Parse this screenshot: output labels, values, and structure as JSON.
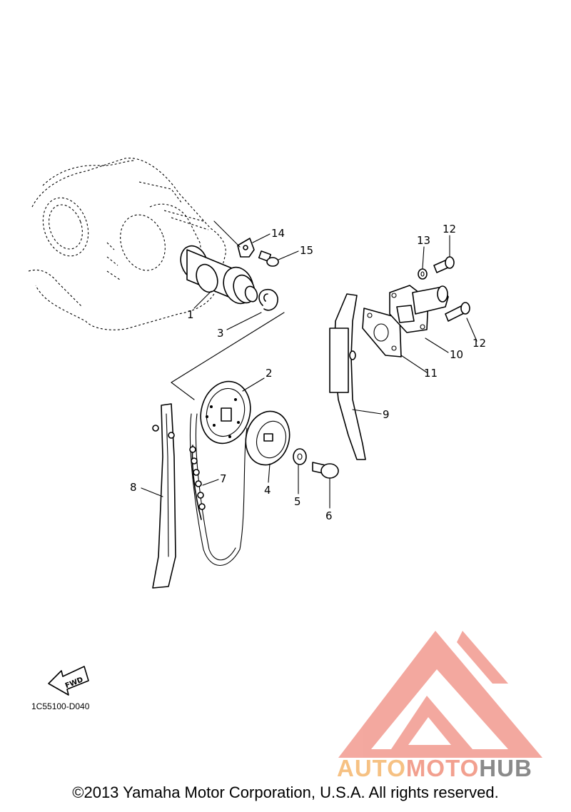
{
  "diagram": {
    "callouts": [
      {
        "id": "1",
        "label": "1"
      },
      {
        "id": "2",
        "label": "2"
      },
      {
        "id": "3",
        "label": "3"
      },
      {
        "id": "4",
        "label": "4"
      },
      {
        "id": "5",
        "label": "5"
      },
      {
        "id": "6",
        "label": "6"
      },
      {
        "id": "7",
        "label": "7"
      },
      {
        "id": "8",
        "label": "8"
      },
      {
        "id": "9",
        "label": "9"
      },
      {
        "id": "10",
        "label": "10"
      },
      {
        "id": "11",
        "label": "11"
      },
      {
        "id": "12a",
        "label": "12"
      },
      {
        "id": "12b",
        "label": "12"
      },
      {
        "id": "13",
        "label": "13"
      },
      {
        "id": "14",
        "label": "14"
      },
      {
        "id": "15",
        "label": "15"
      }
    ],
    "fwd_label": "FWD",
    "diagram_code": "1C55100-D040"
  },
  "watermark": {
    "part1": "AUTO",
    "part2": "MOTO",
    "part3": "HUB",
    "color_auto": "#f6c183",
    "color_moto": "#f2a08f",
    "color_hub": "#8a8a8a",
    "logo_color": "#f29a8f"
  },
  "footer": {
    "copyright": "©2013 Yamaha Motor Corporation, U.S.A. All rights reserved."
  }
}
